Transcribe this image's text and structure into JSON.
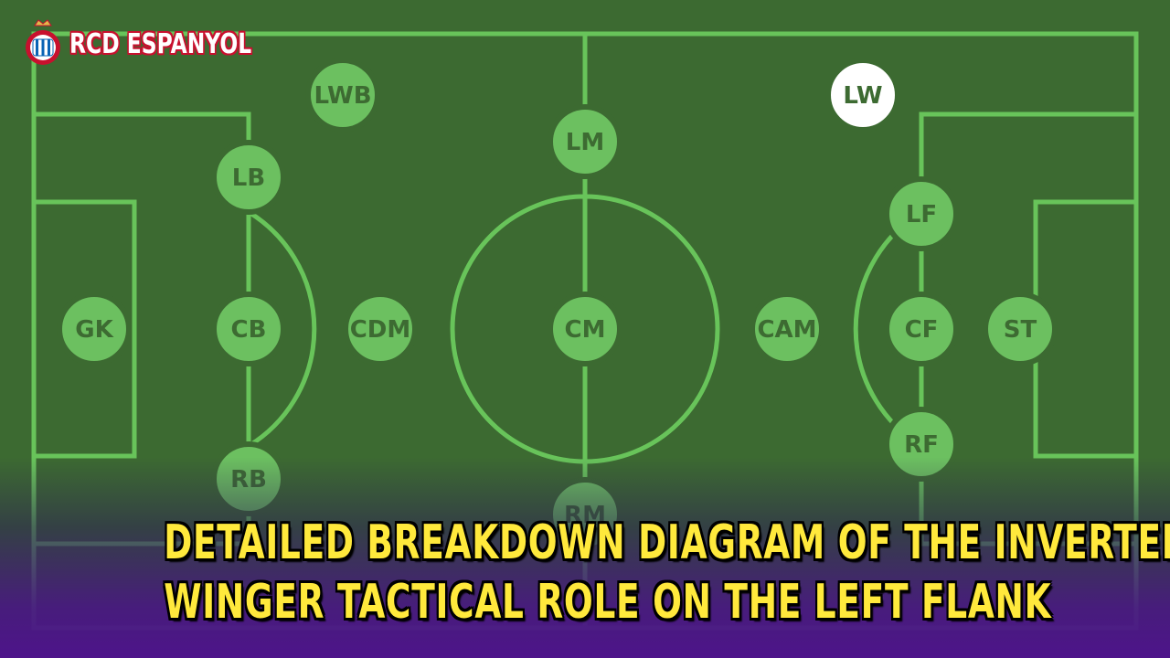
{
  "brand": {
    "name": "RCD ESPANYOL"
  },
  "colors": {
    "pitch": "#3c6a31",
    "line": "#68c45a",
    "token": "#6cc060",
    "token_active": "#ffffff",
    "caption_text": "#ffe93c",
    "brand_red": "#c8102e",
    "brand_blue": "#0a63b5"
  },
  "positions": {
    "gk": "GK",
    "lb": "LB",
    "cb": "CB",
    "rb": "RB",
    "lwb": "LWB",
    "cdm": "CDM",
    "lm": "LM",
    "cm": "CM",
    "rm": "RM",
    "cam": "CAM",
    "lf": "LF",
    "cf": "CF",
    "rf": "RF",
    "st": "ST",
    "lw": "LW"
  },
  "highlighted_position": "LW",
  "caption": {
    "line1": "DETAILED BREAKDOWN DIAGRAM OF THE INVERTED",
    "line2": "WINGER TACTICAL ROLE ON THE LEFT FLANK"
  }
}
